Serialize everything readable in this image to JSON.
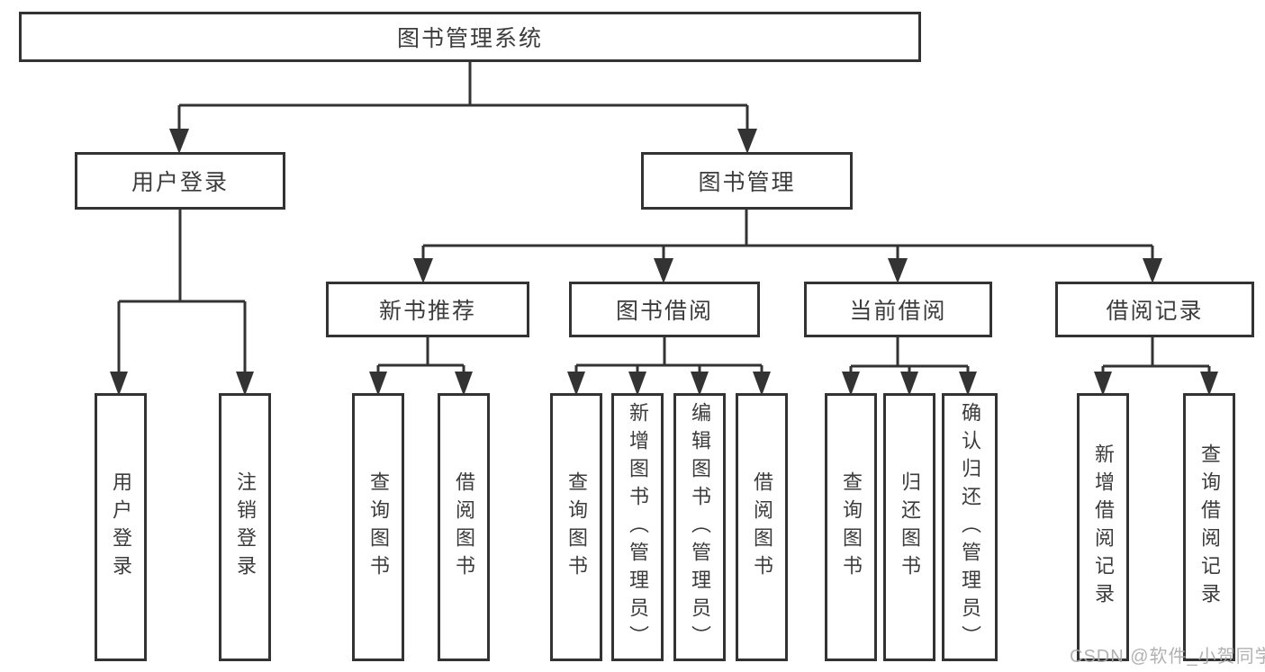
{
  "tree": {
    "root": "图书管理系统",
    "branches": [
      {
        "label": "用户登录",
        "leaves": [
          "用户登录",
          "注销登录"
        ]
      },
      {
        "label": "图书管理",
        "children": [
          {
            "label": "新书推荐",
            "leaves": [
              "查询图书",
              "借阅图书"
            ]
          },
          {
            "label": "图书借阅",
            "leaves": [
              "查询图书",
              "新增图书（管理员）",
              "编辑图书（管理员）",
              "借阅图书"
            ]
          },
          {
            "label": "当前借阅",
            "leaves": [
              "查询图书",
              "归还图书",
              "确认归还（管理员）"
            ]
          },
          {
            "label": "借阅记录",
            "leaves": [
              "新增借阅记录",
              "查询借阅记录"
            ]
          }
        ]
      }
    ]
  },
  "watermark": "CSDN @软件_小贺同学",
  "colors": {
    "line": "#333333",
    "text": "#3c3c3c",
    "watermark": "#aaaaaa",
    "background": "#ffffff"
  }
}
